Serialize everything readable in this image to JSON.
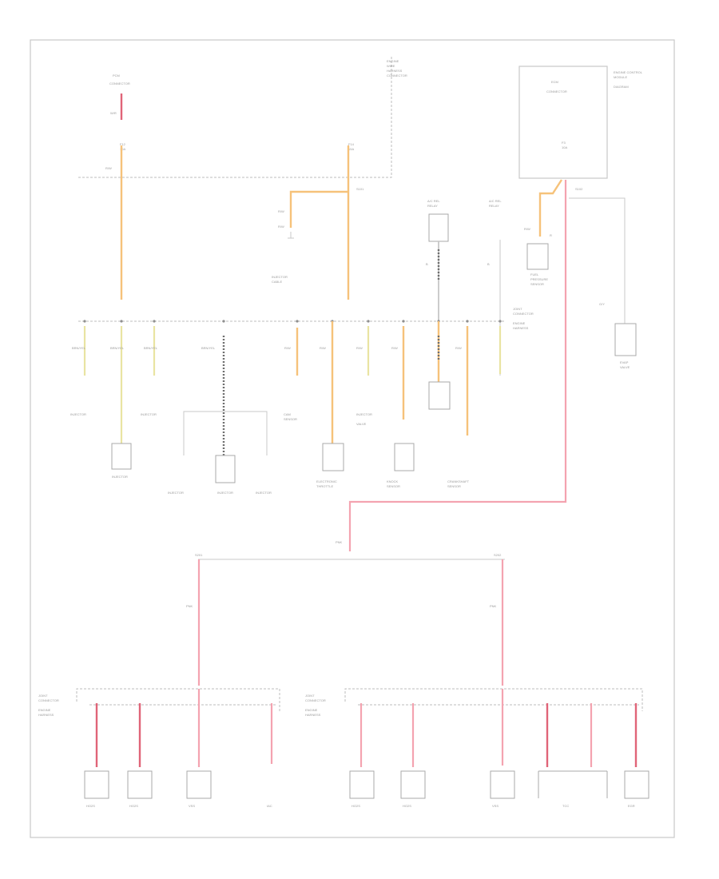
{
  "labels": {
    "top_left_connector": [
      "PCM",
      "",
      "CONNECTOR"
    ],
    "top_center_note": [
      "ENGINE",
      "WIRE",
      "HARNESS",
      "CONNECTOR"
    ],
    "top_right_box": [
      "ECM",
      "",
      "CONNECTOR"
    ],
    "top_right_note": [
      "ENGINE CONTROL",
      "MODULE",
      "",
      "DIAGRAM"
    ],
    "pin_left": "—",
    "pin_mid": "—",
    "pin_right": "—",
    "connector_bus": [
      "JOINT",
      "CONNECTOR",
      "",
      "ENGINE",
      "HARNESS"
    ],
    "comp_upper": [
      "INJECTOR",
      "INJECTOR",
      "INJECTOR",
      "INJECTOR",
      "INJECTOR"
    ],
    "comp_upper_mid": [
      "CAM",
      "SENSOR",
      "",
      "INJECTOR",
      "",
      "VALVE"
    ],
    "comp_lower_a": [
      "INJECTOR",
      "",
      "INJECTOR",
      "",
      "INJECTOR"
    ],
    "comp_lower_b": [
      "",
      "",
      "",
      ""
    ],
    "bottom_left_bus": [
      "JOINT",
      "CONNECTOR",
      "",
      "ENGINE",
      "HARNESS"
    ],
    "bottom_right_bus": [
      "JOINT",
      "CONNECTOR",
      "",
      "ENGINE",
      "HARNESS"
    ],
    "bottom_comp_left": [
      "HO2S",
      "HO2S",
      "",
      "",
      ""
    ],
    "bottom_comp_right": [
      "HO2S",
      "HO2S",
      "",
      "",
      "",
      ""
    ],
    "footer": ""
  },
  "colors": {
    "power": "#f4a3b0",
    "power_dark": "#e06478",
    "ignition": "#f6c27a",
    "signal": "#e9e4a2",
    "ground": "#6f6f6f"
  }
}
